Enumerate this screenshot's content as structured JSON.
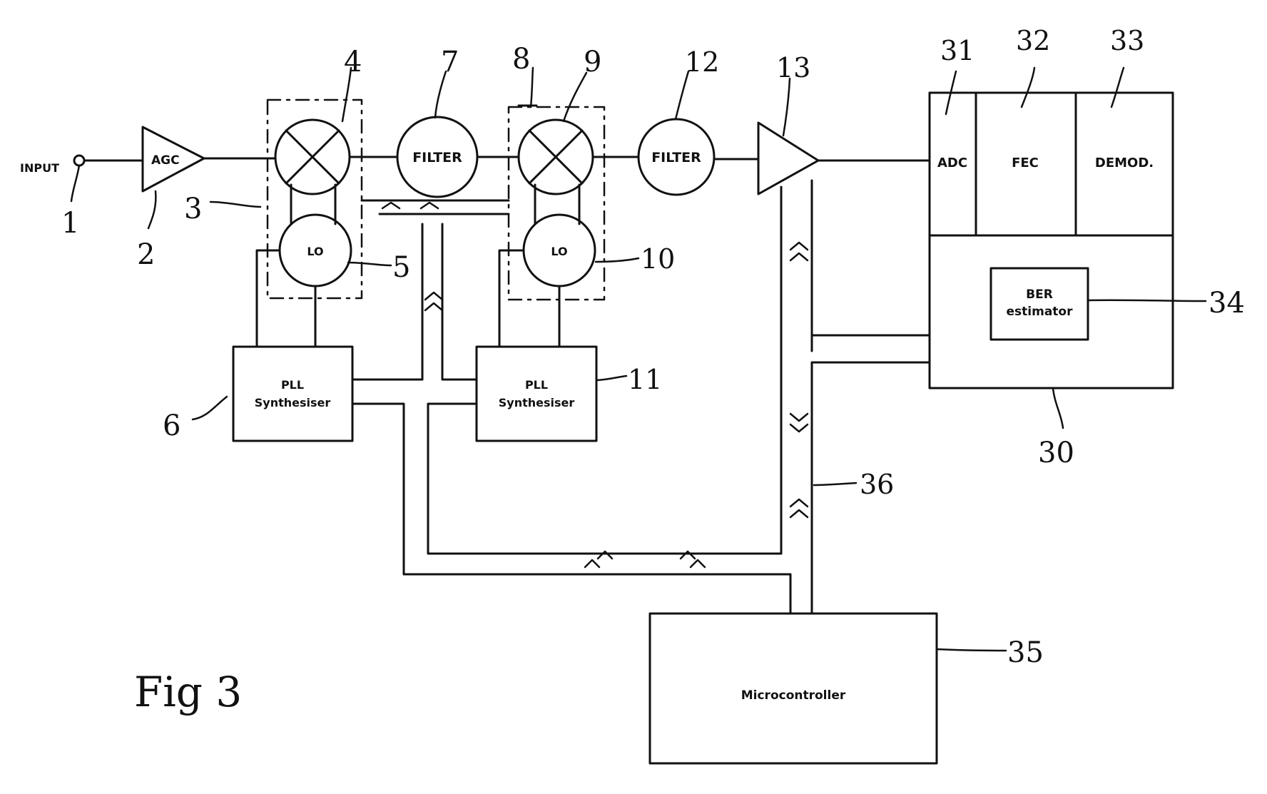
{
  "figure": {
    "caption": "Fig 3",
    "input_label": "INPUT"
  },
  "blocks": {
    "agc": "AGC",
    "filter_1": "FILTER",
    "filter_2": "FILTER",
    "lo_1": "LO",
    "lo_2": "LO",
    "pll_1": [
      "PLL",
      "Synthesiser"
    ],
    "pll_2": [
      "PLL",
      "Synthesiser"
    ],
    "adc": "ADC",
    "fec": "FEC",
    "demod": "DEMOD.",
    "ber": [
      "BER",
      "estimator"
    ],
    "micro": "Microcontroller"
  },
  "ref_numerals": {
    "r1": "1",
    "r2": "2",
    "r3": "3",
    "r4": "4",
    "r5": "5",
    "r6": "6",
    "r7": "7",
    "r8": "8",
    "r9": "9",
    "r10": "10",
    "r11": "11",
    "r12": "12",
    "r13": "13",
    "r30": "30",
    "r31": "31",
    "r32": "32",
    "r33": "33",
    "r34": "34",
    "r35": "35",
    "r36": "36"
  },
  "colors": {
    "ink": "#111111",
    "paper": "#ffffff"
  }
}
